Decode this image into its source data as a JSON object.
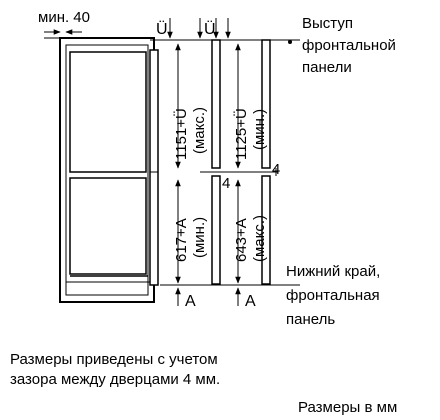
{
  "labels": {
    "min_gap": "мин. 40",
    "u_top_1": "Ü",
    "u_top_2": "Ü",
    "dim_left_top": "1151+Ü",
    "dim_left_top_qual": "(макс.)",
    "dim_right_top": "1125+Ü",
    "dim_right_top_qual": "(мин.)",
    "dim_left_bottom": "617+A",
    "dim_left_bottom_qual": "(мин.)",
    "dim_right_bottom": "643+A",
    "dim_right_bottom_qual": "(макс.)",
    "gap_4_a": "4",
    "gap_4_b": "4",
    "a_bottom_1": "A",
    "a_bottom_2": "A",
    "callout_top_line1": "Выступ",
    "callout_top_line2": "фронтальной",
    "callout_top_line3": "панели",
    "callout_bottom_line1": "Нижний край,",
    "callout_bottom_line2": "фронтальная",
    "callout_bottom_line3": "панель"
  },
  "notes": {
    "line1": "Размеры приведены с учетом",
    "line2": "зазора между дверцами 4 мм.",
    "units": "Размеры в мм"
  }
}
